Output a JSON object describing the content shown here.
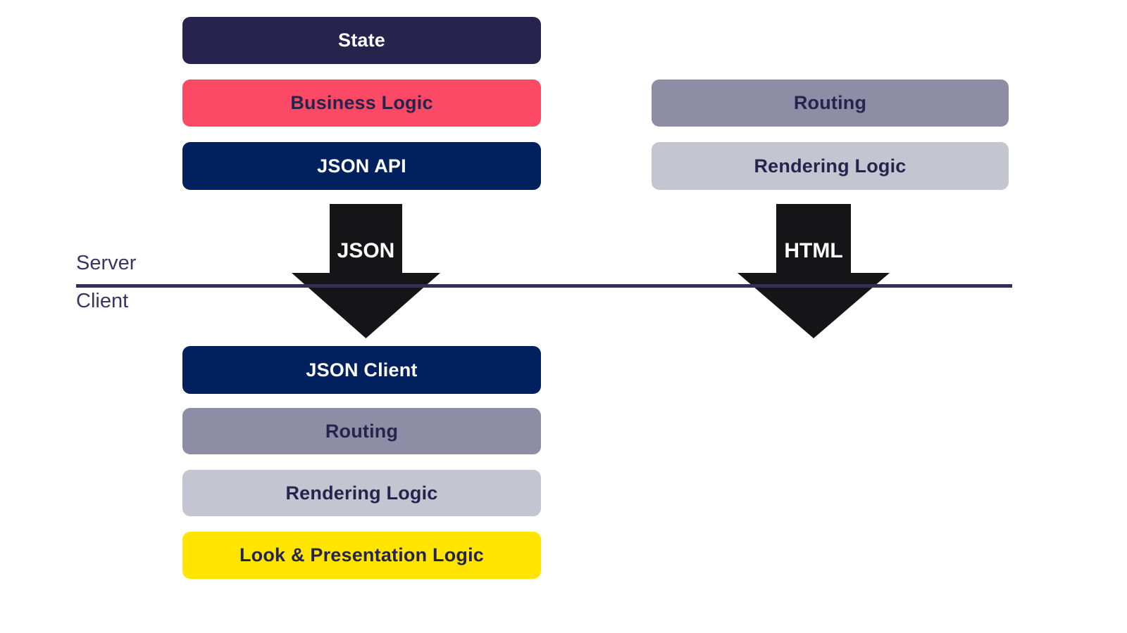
{
  "diagram": {
    "title": "Server and Client architecture layers",
    "colors": {
      "state": "#26234D",
      "business_logic": "#FC4A66",
      "json_api": "#00215E",
      "routing": "#8D8EA6",
      "rendering_logic": "#C5C5D2",
      "json_client": "#00215E",
      "look_presentation": "#FFE500",
      "arrow": "#151417",
      "divider": "#332F57",
      "text_dark": "#26234D",
      "text_light": "#FFFFFF",
      "background": "#FFFFFF"
    },
    "zones": {
      "server": "Server",
      "client": "Client"
    },
    "server_left_stack": [
      {
        "label": "State"
      },
      {
        "label": "Business Logic"
      },
      {
        "label": "JSON API"
      }
    ],
    "server_right_stack": [
      {
        "label": "Routing"
      },
      {
        "label": "Rendering Logic"
      }
    ],
    "client_stack": [
      {
        "label": "JSON Client"
      },
      {
        "label": "Routing"
      },
      {
        "label": "Rendering Logic"
      },
      {
        "label": "Look & Presentation Logic"
      }
    ],
    "arrows": [
      {
        "label": "JSON"
      },
      {
        "label": "HTML"
      }
    ]
  }
}
